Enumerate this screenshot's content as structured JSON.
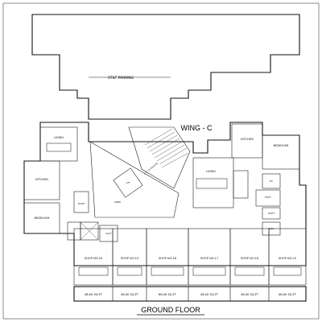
{
  "plan": {
    "stilt_parking": "STILT PARKING",
    "wing": "WING - C",
    "title": "GROUND FLOOR",
    "rooms": {
      "living_left": "LIVING",
      "kitchen_left": "KITCHEN",
      "bedroom_left": "BEDROOM",
      "toilet_left": "TOILET",
      "kitchen_right": "KITCHEN",
      "bedroom_right": "BEDROOM",
      "living_right": "LIVING",
      "wc": "WC",
      "bath": "BATH",
      "lift": "LIFT",
      "passage": "3'-6\" W PASSAGE",
      "lobby": "LOBBY",
      "shaft": "SHAFT",
      "duct": "DUCT",
      "elec": "ELEC"
    },
    "shops": [
      {
        "label": "SHOP NO.20",
        "area": "48.00 SQ.FT"
      },
      {
        "label": "SHOP NO.19",
        "area": "38.00 SQ.FT"
      },
      {
        "label": "SHOP NO.18",
        "area": "68.00 SQ.FT"
      },
      {
        "label": "SHOP NO.17",
        "area": "48.00 SQ.FT"
      },
      {
        "label": "SHOP NO.16",
        "area": "38.00 SQ.FT"
      },
      {
        "label": "SHOP NO.15",
        "area": "48.00 SQ.FT"
      }
    ]
  }
}
